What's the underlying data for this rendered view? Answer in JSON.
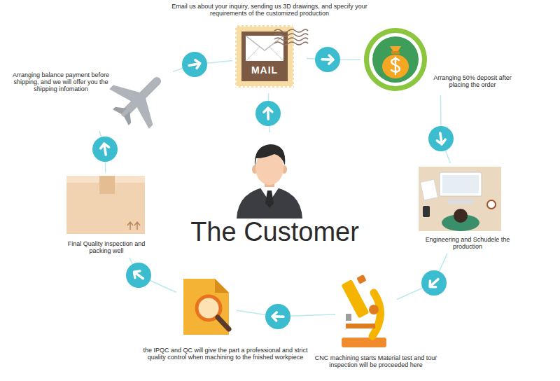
{
  "diagram": {
    "nodes": [
      {
        "text": [
          "Email us about your inquiry, sending us 3D drawings, and specify your requirements of the customized production"
        ]
      },
      {
        "text": [
          "Arranging 50% deposit after placing the order"
        ]
      },
      {
        "text": [
          "Engineering and Schudele the production"
        ]
      },
      {
        "text": [
          "CNC machining starts Material test and tour inspection will be proceeded here"
        ]
      },
      {
        "text": [
          "the IPQC and QC will give the part a professional and strict quality control when machining to the fnished workpiece"
        ]
      },
      {
        "text": [
          "Final Quality inspection and packing well"
        ]
      },
      {
        "text": [
          "Arranging balance payment before shipping, and we will offer you the shipping infomation"
        ]
      },
      {
        "text": [
          "The Customer"
        ]
      }
    ],
    "edges": [
      {
        "from": 0,
        "to": 1,
        "arrow": "to"
      },
      {
        "from": 1,
        "to": 2,
        "arrow": "to"
      },
      {
        "from": 2,
        "to": 3,
        "arrow": "to"
      },
      {
        "from": 3,
        "to": 4,
        "arrow": "to"
      },
      {
        "from": 4,
        "to": 5,
        "arrow": "to"
      },
      {
        "from": 5,
        "to": 6,
        "arrow": "to"
      },
      {
        "from": 6,
        "to": 0,
        "arrow": "to"
      },
      {
        "from": 7,
        "to": 0,
        "arrow": "to"
      }
    ],
    "labels": [
      "MAIL"
    ]
  }
}
